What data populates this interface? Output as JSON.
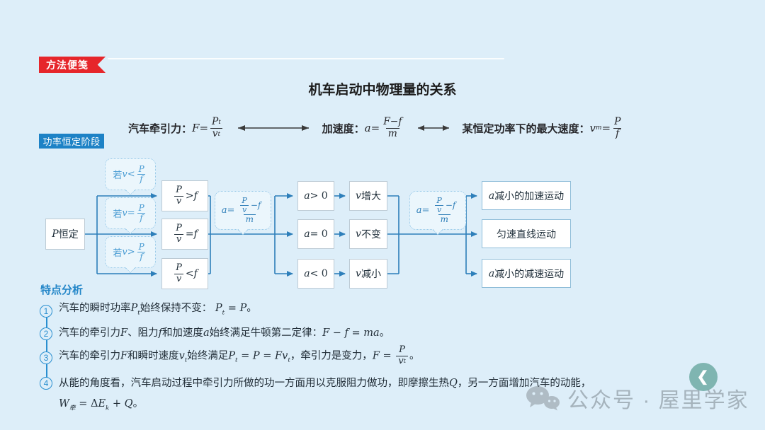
{
  "badges": {
    "method": "方法便笺",
    "stage": "功率恒定阶段"
  },
  "title": "机车启动中物理量的关系",
  "formulas": {
    "traction": [
      {
        "s": "cnb",
        "t": "汽车牵引力："
      },
      {
        "s": "it",
        "t": "F"
      },
      {
        "s": "rm",
        "t": " = "
      },
      {
        "frac": {
          "n": [
            {
              "s": "it",
              "t": "P"
            },
            {
              "s": "sub",
              "t": "t"
            }
          ],
          "d": [
            {
              "s": "it",
              "t": "v"
            },
            {
              "s": "sub",
              "t": "t"
            }
          ]
        }
      }
    ],
    "acceleration": [
      {
        "s": "cnb",
        "t": "加速度："
      },
      {
        "s": "it",
        "t": "a"
      },
      {
        "s": "rm",
        "t": " = "
      },
      {
        "frac": {
          "n": [
            {
              "s": "it",
              "t": "F"
            },
            {
              "s": "rm",
              "t": " − "
            },
            {
              "s": "it",
              "t": "f"
            }
          ],
          "d": [
            {
              "s": "it",
              "t": "m"
            }
          ]
        }
      }
    ],
    "max_speed": [
      {
        "s": "cnb",
        "t": "某恒定功率下的最大速度："
      },
      {
        "s": "it",
        "t": "v"
      },
      {
        "s": "sub",
        "t": "m"
      },
      {
        "s": "rm",
        "t": " = "
      },
      {
        "frac": {
          "n": [
            {
              "s": "it",
              "t": "P"
            }
          ],
          "d": [
            {
              "s": "it",
              "t": "f"
            }
          ]
        }
      }
    ]
  },
  "flow": {
    "start": [
      {
        "s": "it",
        "t": "P"
      },
      {
        "s": "cn",
        "t": " 恒定"
      }
    ],
    "conditions": [
      [
        {
          "s": "cn",
          "t": "若 "
        },
        {
          "s": "it",
          "t": "v"
        },
        {
          "s": "rm",
          "t": " < "
        },
        {
          "frac": {
            "n": [
              {
                "s": "it",
                "t": "P"
              }
            ],
            "d": [
              {
                "s": "it",
                "t": "f"
              }
            ]
          }
        }
      ],
      [
        {
          "s": "cn",
          "t": "若 "
        },
        {
          "s": "it",
          "t": "v"
        },
        {
          "s": "rm",
          "t": " = "
        },
        {
          "frac": {
            "n": [
              {
                "s": "it",
                "t": "P"
              }
            ],
            "d": [
              {
                "s": "it",
                "t": "f"
              }
            ]
          }
        }
      ],
      [
        {
          "s": "cn",
          "t": "若 "
        },
        {
          "s": "it",
          "t": "v"
        },
        {
          "s": "rm",
          "t": " > "
        },
        {
          "frac": {
            "n": [
              {
                "s": "it",
                "t": "P"
              }
            ],
            "d": [
              {
                "s": "it",
                "t": "f"
              }
            ]
          }
        }
      ]
    ],
    "col1": [
      [
        {
          "frac": {
            "n": [
              {
                "s": "it",
                "t": "P"
              }
            ],
            "d": [
              {
                "s": "it",
                "t": "v"
              }
            ]
          }
        },
        {
          "s": "rm",
          "t": " > "
        },
        {
          "s": "it",
          "t": "f"
        }
      ],
      [
        {
          "frac": {
            "n": [
              {
                "s": "it",
                "t": "P"
              }
            ],
            "d": [
              {
                "s": "it",
                "t": "v"
              }
            ]
          }
        },
        {
          "s": "rm",
          "t": " = "
        },
        {
          "s": "it",
          "t": "f"
        }
      ],
      [
        {
          "frac": {
            "n": [
              {
                "s": "it",
                "t": "P"
              }
            ],
            "d": [
              {
                "s": "it",
                "t": "v"
              }
            ]
          }
        },
        {
          "s": "rm",
          "t": " < "
        },
        {
          "s": "it",
          "t": "f"
        }
      ]
    ],
    "accel_formula": [
      {
        "s": "it",
        "t": "a"
      },
      {
        "s": "rm",
        "t": " = "
      },
      {
        "frac": {
          "n": [
            {
              "frac": {
                "n": [
                  {
                    "s": "it",
                    "t": "P"
                  }
                ],
                "d": [
                  {
                    "s": "it",
                    "t": "v"
                  }
                ]
              }
            },
            {
              "s": "rm",
              "t": " − "
            },
            {
              "s": "it",
              "t": "f"
            }
          ],
          "d": [
            {
              "s": "it",
              "t": "m"
            }
          ]
        }
      }
    ],
    "col2": [
      [
        {
          "s": "it",
          "t": "a"
        },
        {
          "s": "rm",
          "t": " > 0"
        }
      ],
      [
        {
          "s": "it",
          "t": "a"
        },
        {
          "s": "rm",
          "t": " = 0"
        }
      ],
      [
        {
          "s": "it",
          "t": "a"
        },
        {
          "s": "rm",
          "t": " < 0"
        }
      ]
    ],
    "col3": [
      [
        {
          "s": "it",
          "t": "v"
        },
        {
          "s": "cn",
          "t": " 增大"
        }
      ],
      [
        {
          "s": "it",
          "t": "v"
        },
        {
          "s": "cn",
          "t": " 不变"
        }
      ],
      [
        {
          "s": "it",
          "t": "v"
        },
        {
          "s": "cn",
          "t": " 减小"
        }
      ]
    ],
    "col4": [
      [
        {
          "s": "it",
          "t": "a"
        },
        {
          "s": "cn",
          "t": " 减小的加速运动"
        }
      ],
      [
        {
          "s": "cn",
          "t": "匀速直线运动"
        }
      ],
      [
        {
          "s": "it",
          "t": "a"
        },
        {
          "s": "cn",
          "t": " 减小的减速运动"
        }
      ]
    ]
  },
  "analysis": {
    "heading": "特点分析",
    "items": [
      {
        "num": "1",
        "runs": [
          {
            "s": "cn",
            "t": "汽车的瞬时功率"
          },
          {
            "s": "it",
            "t": "P"
          },
          {
            "s": "sub",
            "t": "t"
          },
          {
            "s": "cn",
            "t": "始终保持不变："
          },
          {
            "s": "rm",
            "t": "  "
          },
          {
            "s": "it",
            "t": "P"
          },
          {
            "s": "sub",
            "t": "t"
          },
          {
            "s": "rm",
            "t": " = "
          },
          {
            "s": "it",
            "t": "P"
          },
          {
            "s": "cn",
            "t": "。"
          }
        ]
      },
      {
        "num": "2",
        "runs": [
          {
            "s": "cn",
            "t": "汽车的牵引力"
          },
          {
            "s": "it",
            "t": "F"
          },
          {
            "s": "cn",
            "t": "、阻力"
          },
          {
            "s": "it",
            "t": "f"
          },
          {
            "s": "cn",
            "t": "和加速度"
          },
          {
            "s": "it",
            "t": "a"
          },
          {
            "s": "cn",
            "t": "始终满足牛顿第二定律："
          },
          {
            "s": "it",
            "t": "F"
          },
          {
            "s": "rm",
            "t": " − "
          },
          {
            "s": "it",
            "t": "f"
          },
          {
            "s": "rm",
            "t": " = "
          },
          {
            "s": "it",
            "t": "ma"
          },
          {
            "s": "cn",
            "t": "。"
          }
        ]
      },
      {
        "num": "3",
        "runs": [
          {
            "s": "cn",
            "t": "汽车的牵引力"
          },
          {
            "s": "it",
            "t": "F"
          },
          {
            "s": "cn",
            "t": "和瞬时速度"
          },
          {
            "s": "it",
            "t": "v"
          },
          {
            "s": "sub",
            "t": "t"
          },
          {
            "s": "cn",
            "t": "始终满足"
          },
          {
            "s": "it",
            "t": "P"
          },
          {
            "s": "sub",
            "t": "t"
          },
          {
            "s": "rm",
            "t": " = "
          },
          {
            "s": "it",
            "t": "P"
          },
          {
            "s": "rm",
            "t": " = "
          },
          {
            "s": "it",
            "t": "Fv"
          },
          {
            "s": "sub",
            "t": "t"
          },
          {
            "s": "cn",
            "t": "，牵引力是变力，"
          },
          {
            "s": "it",
            "t": "F"
          },
          {
            "s": "rm",
            "t": " = "
          },
          {
            "frac": {
              "n": [
                {
                  "s": "it",
                  "t": "P"
                }
              ],
              "d": [
                {
                  "s": "it",
                  "t": "v"
                },
                {
                  "s": "sub",
                  "t": "t"
                }
              ]
            }
          },
          {
            "s": "cn",
            "t": "。"
          }
        ]
      },
      {
        "num": "4",
        "runs": [
          {
            "s": "cn",
            "t": "从能的角度看，汽车启动过程中牵引力所做的功一方面用以克服阻力做功，即摩擦生热"
          },
          {
            "s": "it",
            "t": "Q"
          },
          {
            "s": "cn",
            "t": "，另一方面增加汽车的动能，"
          },
          {
            "br": true
          },
          {
            "s": "it",
            "t": "W"
          },
          {
            "s": "sub",
            "t": "牵"
          },
          {
            "s": "rm",
            "t": " = Δ"
          },
          {
            "s": "it",
            "t": "E"
          },
          {
            "s": "sub",
            "t": "k"
          },
          {
            "s": "rm",
            "t": " + "
          },
          {
            "s": "it",
            "t": "Q"
          },
          {
            "s": "cn",
            "t": "。"
          }
        ]
      }
    ]
  },
  "watermark": {
    "text": "公众号 · 屋里学家",
    "icon": "wechat-icon"
  },
  "nav": {
    "chevron": "❮"
  },
  "colors": {
    "background": "#ddeef9",
    "accent_red": "#e6262b",
    "badge_blue": "#1d82c6",
    "line_blue": "#2d7fba",
    "bubble_text_blue": "#4a9cd3",
    "heading_blue": "#2386c8",
    "box_border": "#bccad4",
    "outcome_border": "#8fbdd9",
    "text_dark": "#22313c",
    "watermark_gray": "#6e7880",
    "nav_teal": "#7fb5b1"
  }
}
